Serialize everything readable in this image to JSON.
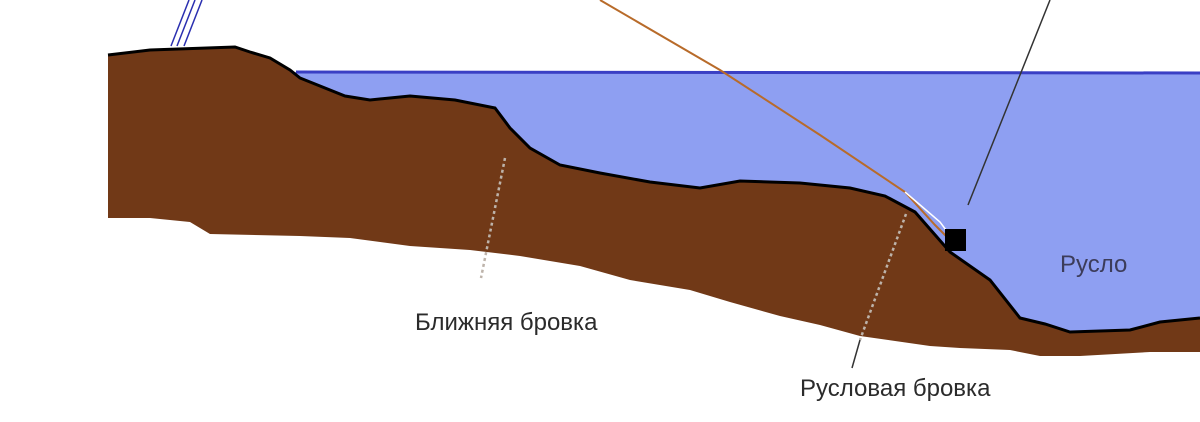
{
  "labels": {
    "near_edge": "Ближняя бровка",
    "channel_edge": "Русловая бровка",
    "channel": "Русло"
  },
  "colors": {
    "soil": "#713917",
    "water": "#8e9ff2",
    "water_surface": "#3a3fc4",
    "outline": "#000000",
    "line": "#b86b2a",
    "label": "#2b2b2b",
    "channel_label": "#3c3c5a",
    "weight": "#000000"
  },
  "icons": {
    "weight": "sinker-icon",
    "rod": "fishing-rod-icon"
  }
}
